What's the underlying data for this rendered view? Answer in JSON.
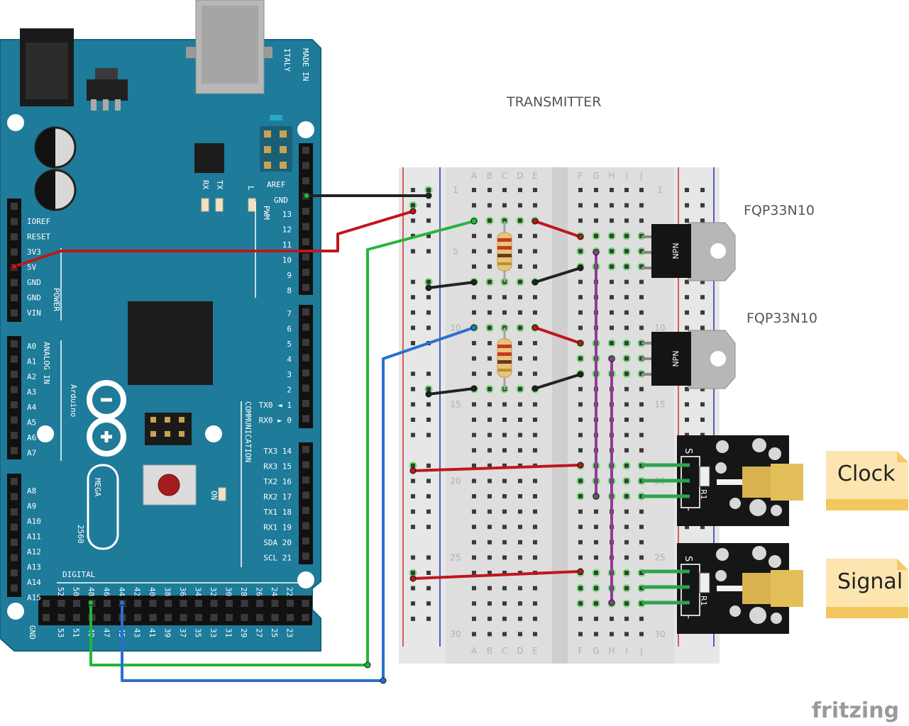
{
  "title": "TRANSMITTER",
  "transistors": [
    {
      "label": "FQP33N10",
      "marking": "NPN"
    },
    {
      "label": "FQP33N10",
      "marking": "NPN"
    }
  ],
  "modules": [
    {
      "note": "Clock",
      "pins": [
        "S",
        "R1",
        "-"
      ]
    },
    {
      "note": "Signal",
      "pins": [
        "S",
        "R1",
        "-"
      ]
    }
  ],
  "arduino": {
    "made_in": "MADE IN",
    "italy": "ITALY",
    "brand": "Arduino",
    "model": "MEGA",
    "chip": "2560",
    "aref": "AREF",
    "gnd": "GND",
    "led_l": "L",
    "rx": "RX",
    "tx": "TX",
    "pwm": "PWM",
    "on": "ON",
    "power_label": "POWER",
    "analog_label": "ANALOG IN",
    "comm_label": "COMMUNICATION",
    "digital_label": "DIGITAL",
    "five_v": "5V",
    "power_pins": [
      "IOREF",
      "RESET",
      "3V3",
      "5V",
      "GND",
      "GND",
      "VIN"
    ],
    "analog_pins": [
      "A0",
      "A1",
      "A2",
      "A3",
      "A4",
      "A5",
      "A6",
      "A7",
      "A8",
      "A9",
      "A10",
      "A11",
      "A12",
      "A13",
      "A14",
      "A15"
    ],
    "pwm_pins": [
      "13",
      "12",
      "11",
      "10",
      "9",
      "8"
    ],
    "pwm_pins2": [
      "7",
      "6",
      "5",
      "4",
      "3",
      "2",
      "TX0 ◄ 1",
      "RX0 ► 0"
    ],
    "comm_pins": [
      "TX3 14",
      "RX3 15",
      "TX2 16",
      "RX2 17",
      "TX1 18",
      "RX1 19",
      "SDA 20",
      "SCL 21"
    ],
    "digital_top": [
      "52",
      "50",
      "48",
      "46",
      "44",
      "42",
      "40",
      "38",
      "36",
      "34",
      "32",
      "30",
      "28",
      "26",
      "24",
      "22"
    ],
    "digital_bottom": [
      "53",
      "51",
      "49",
      "47",
      "45",
      "43",
      "41",
      "39",
      "37",
      "35",
      "33",
      "31",
      "29",
      "27",
      "25",
      "23"
    ]
  },
  "breadboard": {
    "cols_left": [
      "A",
      "B",
      "C",
      "D",
      "E"
    ],
    "cols_right": [
      "F",
      "G",
      "H",
      "I",
      "J"
    ],
    "row_numbers": [
      "1",
      "5",
      "10",
      "15",
      "20",
      "25",
      "30"
    ]
  },
  "logo": "fritzing",
  "colors": {
    "board": "#1e7b99",
    "wire_black": "#222222",
    "wire_red": "#c0161c",
    "wire_green": "#25b53a",
    "wire_blue": "#2a6fd0",
    "wire_purple": "#8e3d94",
    "note": "#fde5b0"
  }
}
